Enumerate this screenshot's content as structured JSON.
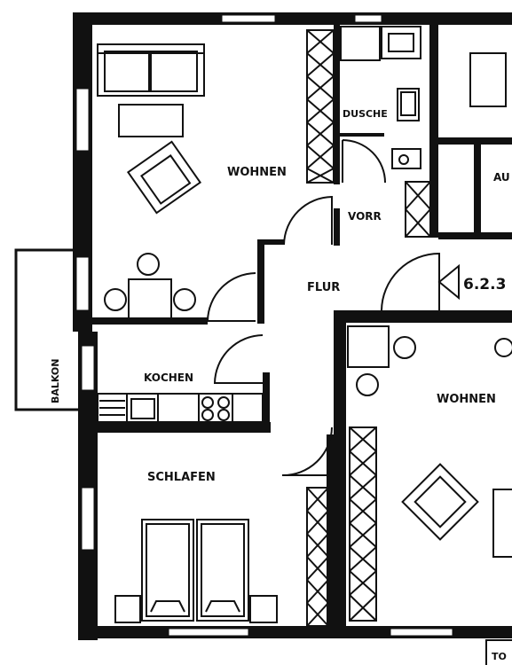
{
  "rooms": {
    "wohnen_top": "WOHNEN",
    "dusche": "DUSCHE",
    "vorr": "VORR",
    "flur": "FLUR",
    "kochen": "KOCHEN",
    "schlafen": "SCHLAFEN",
    "wohnen_right": "WOHNEN",
    "balkon": "BALKON",
    "au_partial": "AU",
    "unit_number": "6.2.3",
    "bottom_partial": "TO"
  },
  "colors": {
    "ink": "#111111",
    "paper": "#ffffff"
  }
}
